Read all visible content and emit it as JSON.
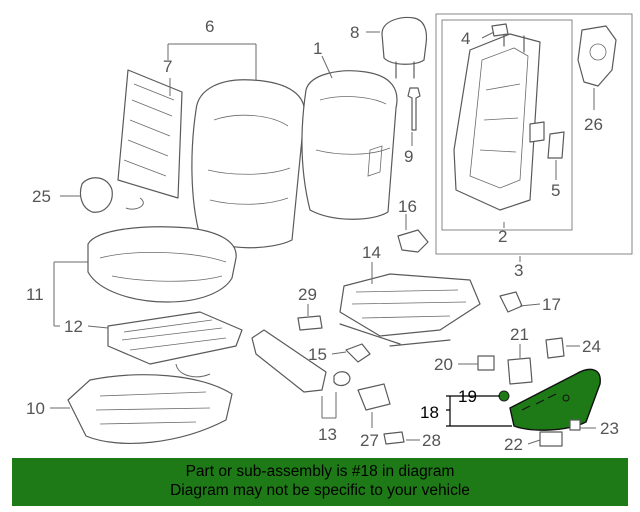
{
  "callouts": [
    "1",
    "2",
    "3",
    "4",
    "5",
    "6",
    "7",
    "8",
    "9",
    "10",
    "11",
    "12",
    "13",
    "14",
    "15",
    "16",
    "17",
    "18",
    "19",
    "20",
    "21",
    "22",
    "23",
    "24",
    "25",
    "26",
    "27",
    "28",
    "29"
  ],
  "highlight_part": "18",
  "colors": {
    "banner_bg": "#1e7a16",
    "highlight_fill": "#1e7a16",
    "line": "#5c5c5c"
  },
  "banner": {
    "line1": "Part or sub-assembly is #18 in diagram",
    "line2": "Diagram may not be specific to your vehicle"
  }
}
